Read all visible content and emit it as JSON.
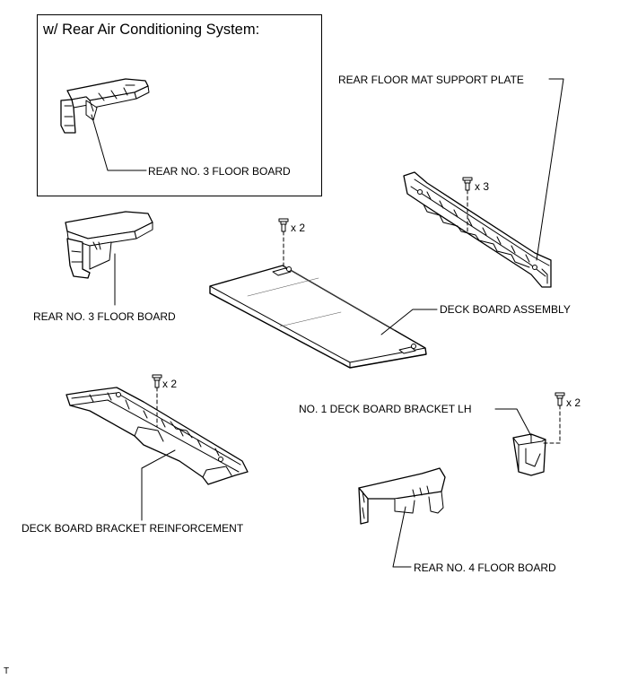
{
  "inset": {
    "title": "w/ Rear Air Conditioning System:",
    "part_label": "REAR NO. 3 FLOOR BOARD"
  },
  "labels": {
    "rear_floor_mat_support_plate": "REAR FLOOR MAT SUPPORT PLATE",
    "rear_no3_floor_board": "REAR NO. 3 FLOOR BOARD",
    "deck_board_assembly": "DECK BOARD ASSEMBLY",
    "deck_board_bracket_reinforcement": "DECK BOARD BRACKET REINFORCEMENT",
    "no1_deck_board_bracket_lh": "NO. 1 DECK BOARD BRACKET LH",
    "rear_no4_floor_board": "REAR NO. 4 FLOOR BOARD"
  },
  "quantities": {
    "support_plate_bolts": "x 3",
    "deck_board_bolts": "x 2",
    "reinforcement_bolts": "x 2",
    "bracket_lh_bolts": "x 2"
  },
  "corner_mark": "T"
}
